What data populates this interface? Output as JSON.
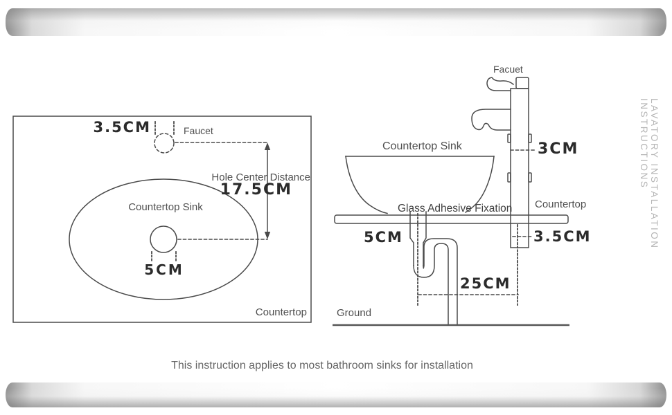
{
  "page": {
    "caption": "This instruction applies to most bathroom sinks for installation",
    "side_text": "LAVATORY INSTALLATION INSTRUCTIONS"
  },
  "top_view": {
    "faucet_hole_diameter": "3.5CM",
    "faucet_label": "Faucet",
    "hole_center_distance_label": "Hole Center Distance",
    "hole_center_distance_value": "17.5CM",
    "sink_label": "Countertop Sink",
    "drain_hole_diameter": "5CM",
    "countertop_label": "Countertop"
  },
  "side_view": {
    "faucet_label": "Facuet",
    "faucet_spout_height": "3CM",
    "sink_label": "Countertop Sink",
    "adhesive_label": "Glass Adhesive Fixation",
    "countertop_label": "Countertop",
    "drain_hole_diameter": "5CM",
    "faucet_hole_diameter": "3.5CM",
    "drain_to_supply_distance": "25CM",
    "ground_label": "Ground"
  },
  "colors": {
    "line": "#4a4a4a",
    "dimension_text": "#2b2b2b",
    "label_text": "#4f4f4f",
    "side_text": "#b5b5b5",
    "caption_text": "#666666"
  }
}
